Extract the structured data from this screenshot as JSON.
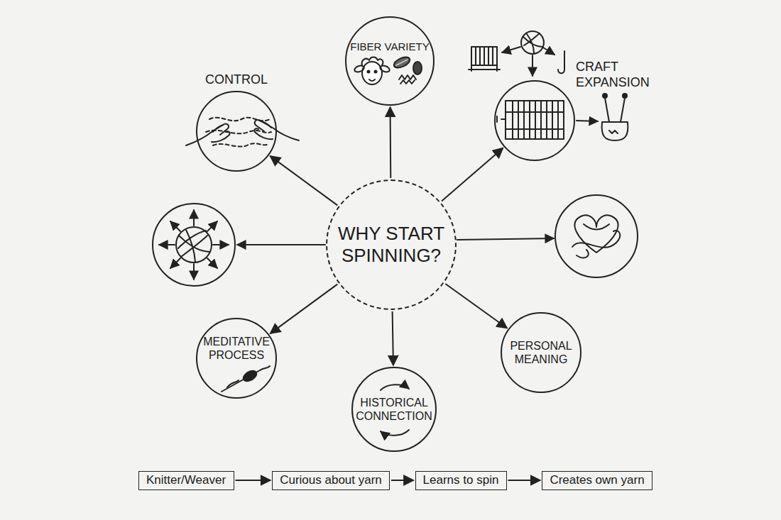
{
  "diagram": {
    "nodes": [
      {
        "text": [
          "WHY START SPINNING?"
        ]
      },
      {
        "text": [
          "CONTROL"
        ]
      },
      {
        "text": [
          "FIBER VARIETY"
        ]
      },
      {
        "text": [
          "CRAFT EXPANSION"
        ]
      },
      {
        "text": [
          "MEDITATIVE PROCESS"
        ]
      },
      {
        "text": [
          "HISTORICAL CONNECTION"
        ]
      },
      {
        "text": [
          "PERSONAL MEANING"
        ]
      },
      {
        "text": [
          "Knitter/Weaver"
        ]
      },
      {
        "text": [
          "Curious about yarn"
        ]
      },
      {
        "text": [
          "Learns to spin"
        ]
      },
      {
        "text": [
          "Creates own yarn"
        ]
      }
    ],
    "edges": [
      {
        "from": 0,
        "to": 1,
        "arrow": "to"
      },
      {
        "from": 0,
        "to": 2,
        "arrow": "to"
      },
      {
        "from": 0,
        "to": 3,
        "arrow": "to"
      },
      {
        "from": 0,
        "to": 4,
        "arrow": "to"
      },
      {
        "from": 0,
        "to": 5,
        "arrow": "to"
      },
      {
        "from": 0,
        "to": 6,
        "arrow": "to"
      },
      {
        "from": 7,
        "to": 8,
        "arrow": "to"
      },
      {
        "from": 8,
        "to": 9,
        "arrow": "to"
      },
      {
        "from": 9,
        "to": 10,
        "arrow": "to"
      }
    ]
  }
}
